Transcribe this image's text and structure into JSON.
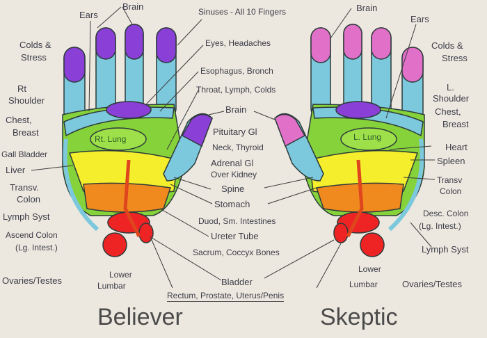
{
  "titles": {
    "left": "Believer",
    "right": "Skeptic"
  },
  "left_labels": {
    "ears": "Ears",
    "brain": "Brain",
    "sinuses": "Sinuses - All 10 Fingers",
    "colds1": "Colds &",
    "colds2": "Stress",
    "eyes": "Eyes, Headaches",
    "esophagus": "Esophagus, Bronch",
    "shoulder1": "Rt",
    "shoulder2": "Shoulder",
    "throat": "Throat, Lymph, Colds",
    "brain2": "Brain",
    "chest1": "Chest,",
    "chest2": "Breast",
    "pituitary": "Pituitary Gl",
    "lung": "Rt. Lung",
    "gall": "Gall Bladder",
    "neck": "Neck, Thyroid",
    "liver": "Liver",
    "adrenal": "Adrenal Gl",
    "kidney": "Over Kidney",
    "transv1": "Transv.",
    "transv2": "Colon",
    "spine": "Spine",
    "stomach": "Stomach",
    "lymph": "Lymph Syst",
    "duod": "Duod, Sm. Intestines",
    "ascend1": "Ascend Colon",
    "ascend2": "(Lg. Intest.)",
    "ureter": "Ureter Tube",
    "sacrum": "Sacrum, Coccyx Bones",
    "ovaries": "Ovaries/Testes",
    "lower1": "Lower",
    "lower2": "Lumbar",
    "bladder": "Bladder",
    "rectum": "Rectum, Prostate, Uterus/Penis"
  },
  "right_labels": {
    "brain": "Brain",
    "ears": "Ears",
    "colds1": "Colds &",
    "colds2": "Stress",
    "shoulder1": "L.",
    "shoulder2": "Shoulder",
    "chest1": "Chest,",
    "chest2": "Breast",
    "lung": "L. Lung",
    "heart": "Heart",
    "spleen": "Spleen",
    "transv1": "Transv",
    "transv2": "Colon",
    "desc1": "Desc. Colon",
    "desc2": "(Lg. Intest.)",
    "lymph": "Lymph Syst",
    "lower1": "Lower",
    "lower2": "Lumbar",
    "ovaries": "Ovaries/Testes"
  },
  "colors": {
    "purple": "#8a3fd6",
    "pink": "#e070c8",
    "cyan": "#7cc8dc",
    "green": "#86d23a",
    "yellow": "#f4ee2c",
    "orange": "#f08a1e",
    "red": "#ee2424"
  }
}
